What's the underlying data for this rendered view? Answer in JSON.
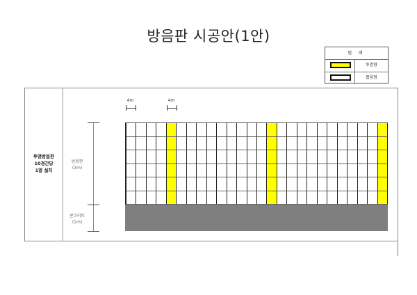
{
  "title": "방음판 시공안(1안)",
  "legend": {
    "header": "범 례",
    "items": [
      {
        "label": "투명형",
        "color": "#ffff00"
      },
      {
        "label": "흡음형",
        "color": "#ffffff"
      }
    ]
  },
  "side_label": {
    "line1": "투명방음판",
    "line2": "10경간당",
    "line3": "1열 설치"
  },
  "dimensions": {
    "panel": {
      "name": "방음판",
      "size": "(3m)"
    },
    "concrete": {
      "name": "콘크리트",
      "size": "(1m)"
    },
    "span_markers": [
      "4m",
      "4m"
    ]
  },
  "wall": {
    "columns": 26,
    "rows": 6,
    "transparent_columns": [
      4,
      14,
      25
    ],
    "transparent_color": "#ffff00",
    "absorptive_color": "#ffffff",
    "concrete_color": "#7f7f7f"
  }
}
